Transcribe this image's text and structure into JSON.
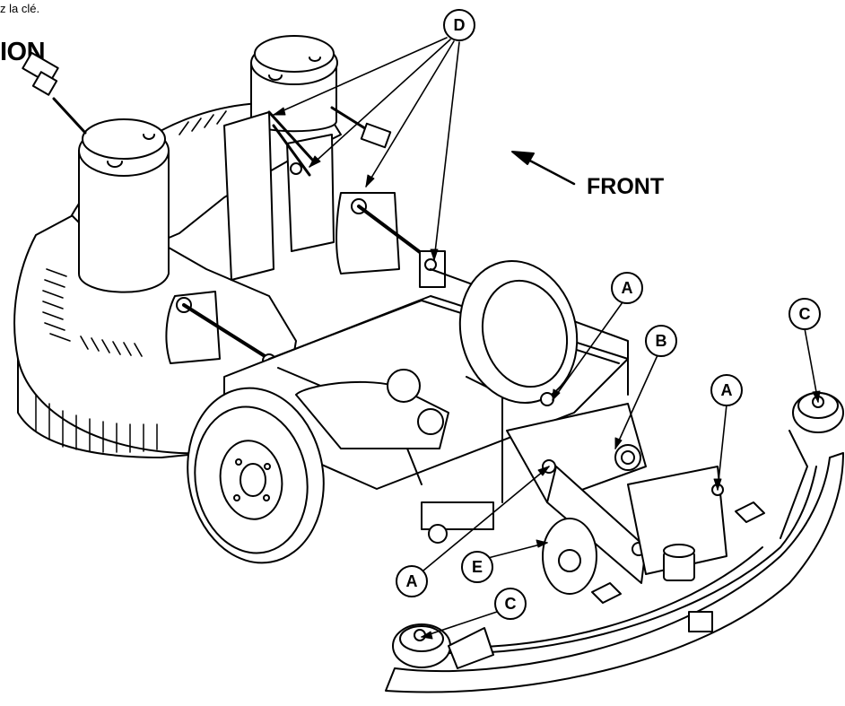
{
  "header": {
    "fragment_text": "z la clé.",
    "section_title_fragment": "ION"
  },
  "diagram": {
    "direction_label": "FRONT",
    "callouts": [
      {
        "id": "callout-d",
        "letter": "D"
      },
      {
        "id": "callout-a-top",
        "letter": "A"
      },
      {
        "id": "callout-b",
        "letter": "B"
      },
      {
        "id": "callout-a-right",
        "letter": "A"
      },
      {
        "id": "callout-c-right",
        "letter": "C"
      },
      {
        "id": "callout-a-bottom",
        "letter": "A"
      },
      {
        "id": "callout-e",
        "letter": "E"
      },
      {
        "id": "callout-c-bottom",
        "letter": "C"
      }
    ]
  }
}
